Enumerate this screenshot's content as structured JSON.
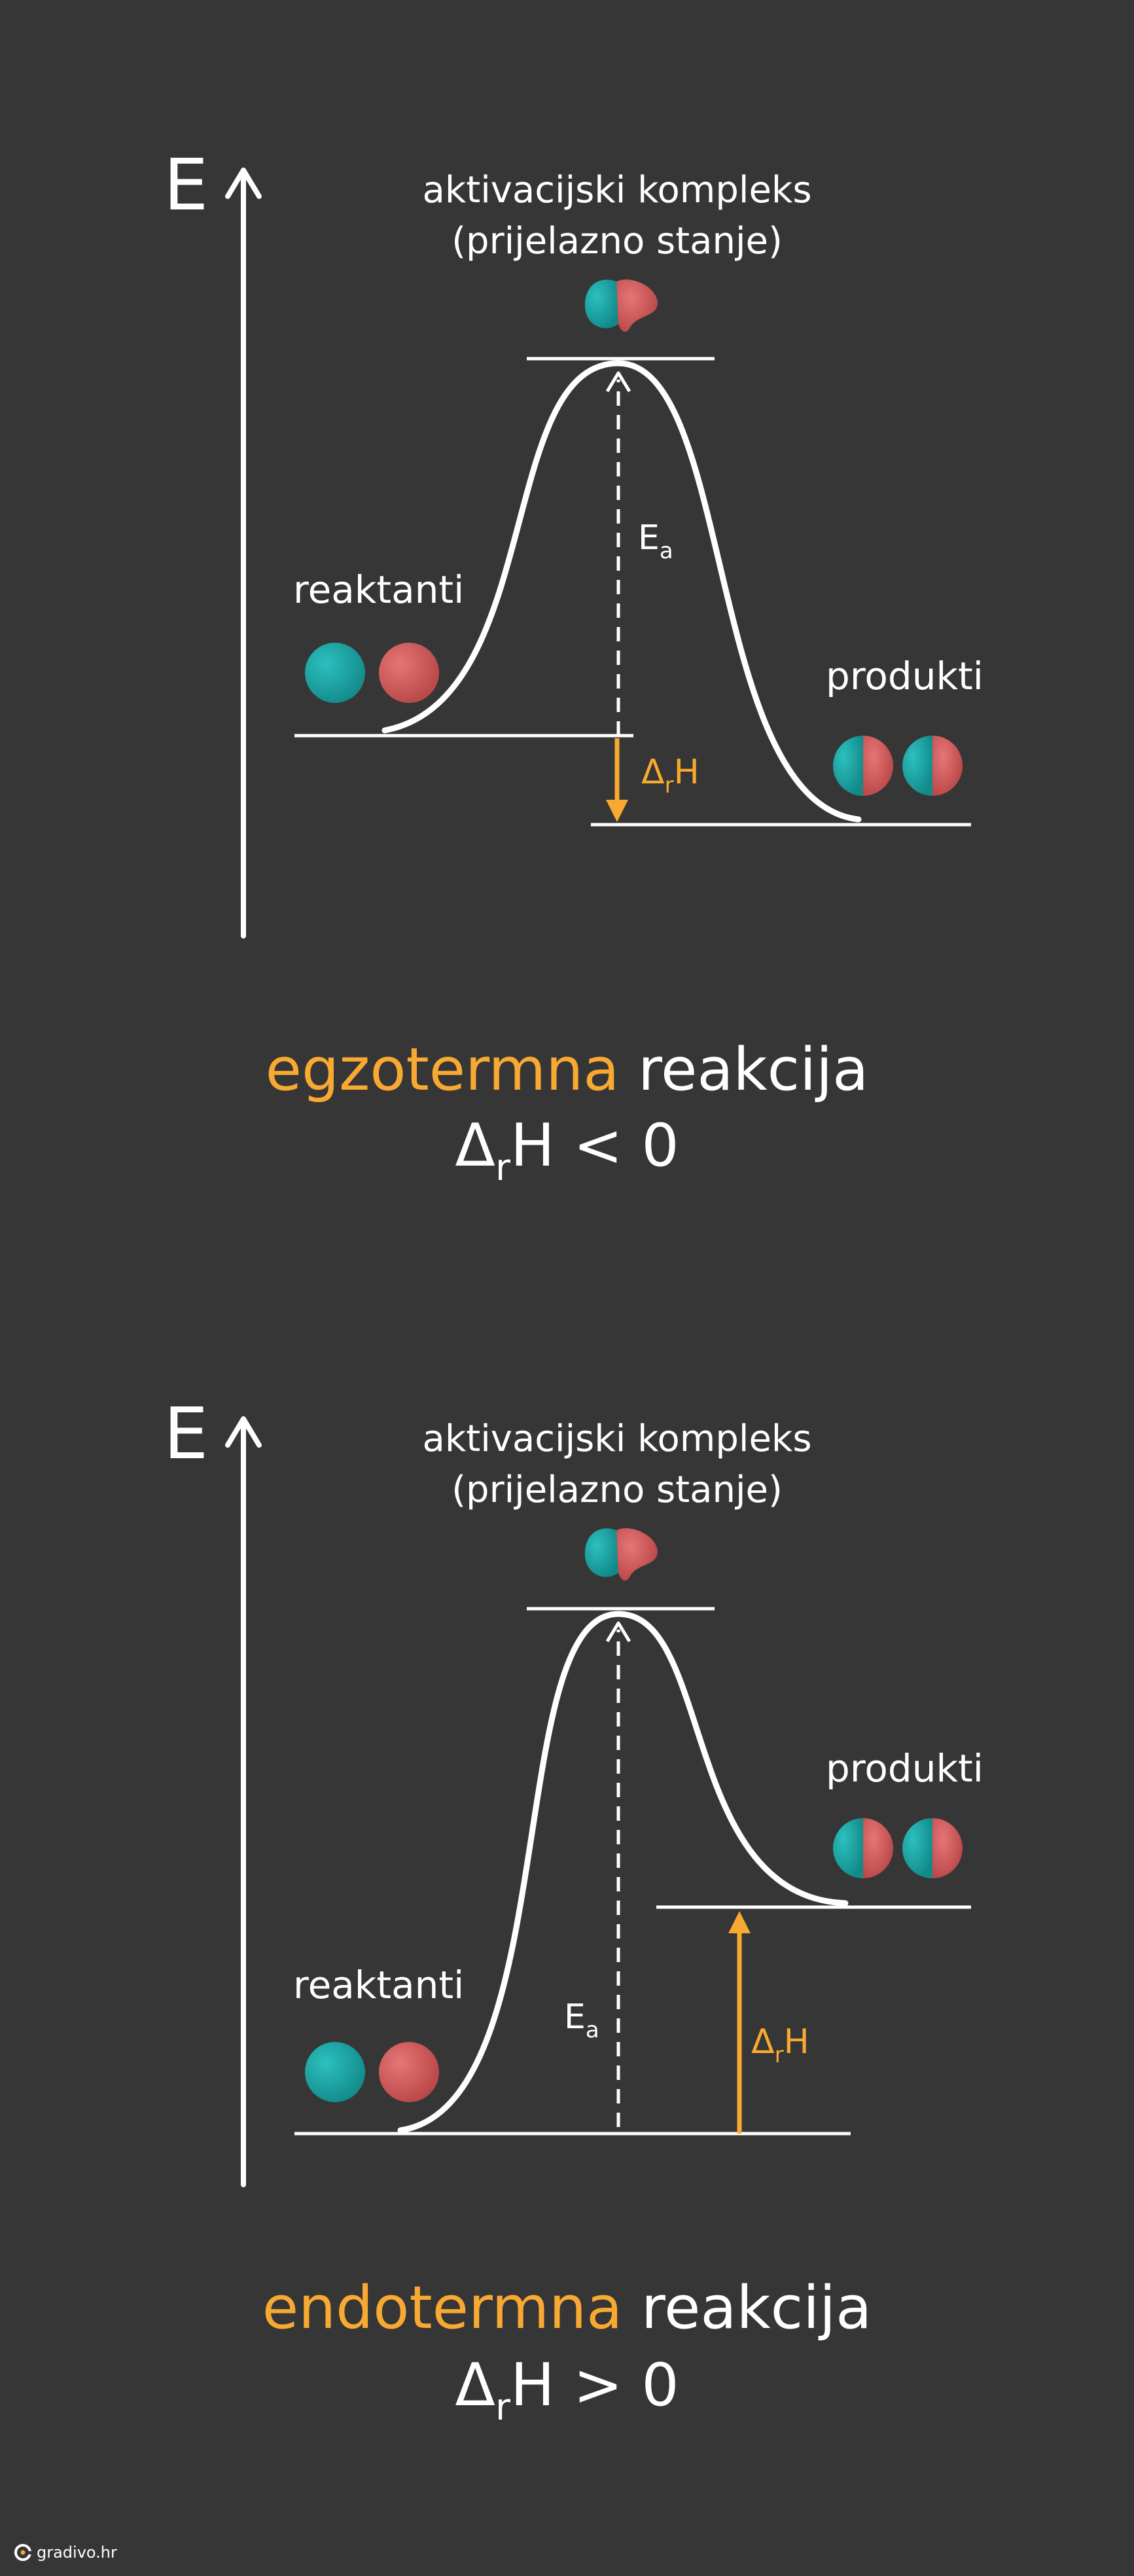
{
  "colors": {
    "background": "#363636",
    "line": "#ffffff",
    "accent": "#f7a932",
    "teal": "#1fa8a8",
    "red": "#d45f5f"
  },
  "exothermic": {
    "axis_label": "E",
    "complex_label_line1": "aktivacijski kompleks",
    "complex_label_line2": "(prijelazno stanje)",
    "reactants_label": "reaktanti",
    "products_label": "produkti",
    "ea_symbol": "E",
    "ea_subscript": "a",
    "dh_delta": "Δ",
    "dh_subscript": "r",
    "dh_symbol": "H",
    "caption_accent": "egzotermna",
    "caption_rest": " reakcija",
    "formula_delta": "Δ",
    "formula_subscript": "r",
    "formula_rest": "H < 0"
  },
  "endothermic": {
    "axis_label": "E",
    "complex_label_line1": "aktivacijski kompleks",
    "complex_label_line2": "(prijelazno stanje)",
    "reactants_label": "reaktanti",
    "products_label": "produkti",
    "ea_symbol": "E",
    "ea_subscript": "a",
    "dh_delta": "Δ",
    "dh_subscript": "r",
    "dh_symbol": "H",
    "caption_accent": "endotermna",
    "caption_rest": " reakcija",
    "formula_delta": "Δ",
    "formula_subscript": "r",
    "formula_rest": "H > 0"
  },
  "brand": {
    "name": "gradivo.hr"
  }
}
